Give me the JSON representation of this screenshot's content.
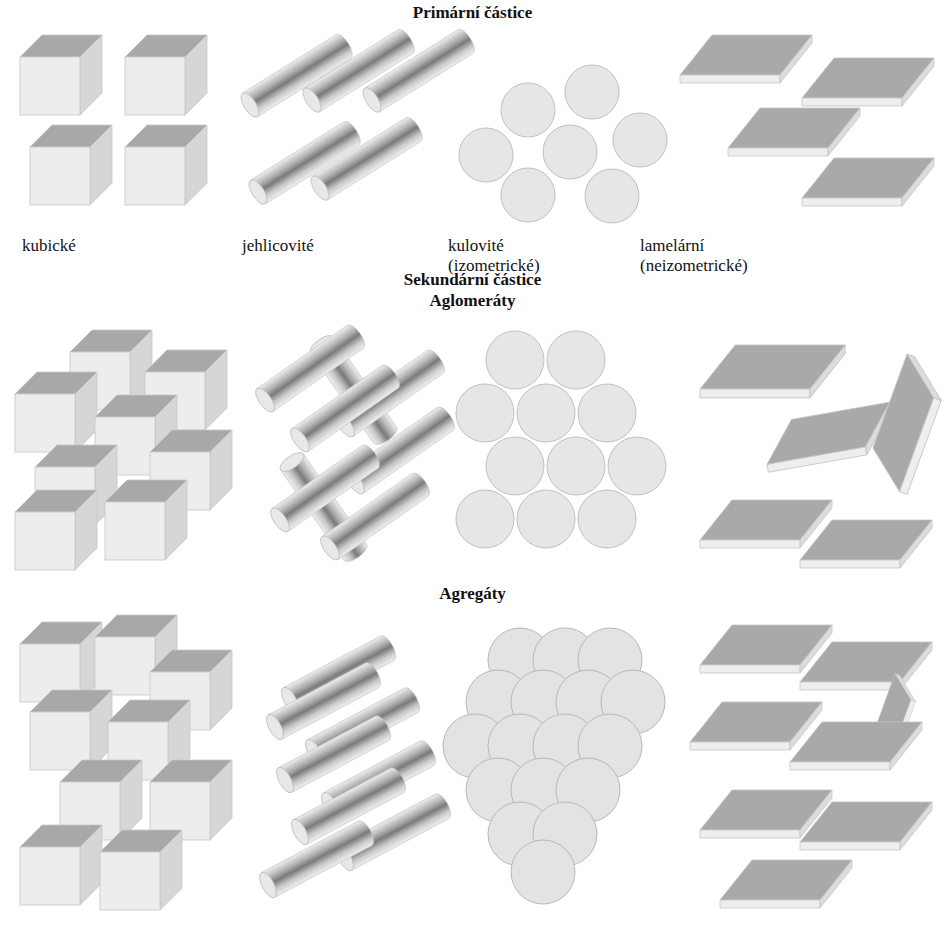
{
  "diagram": {
    "labels": [
      "Primární částice",
      "kubické",
      "jehlicovité",
      "kulovité (izometrické)",
      "lamelární (neizometrické)",
      "Sekundární částice",
      "Aglomeráty",
      "Agregáty"
    ]
  }
}
